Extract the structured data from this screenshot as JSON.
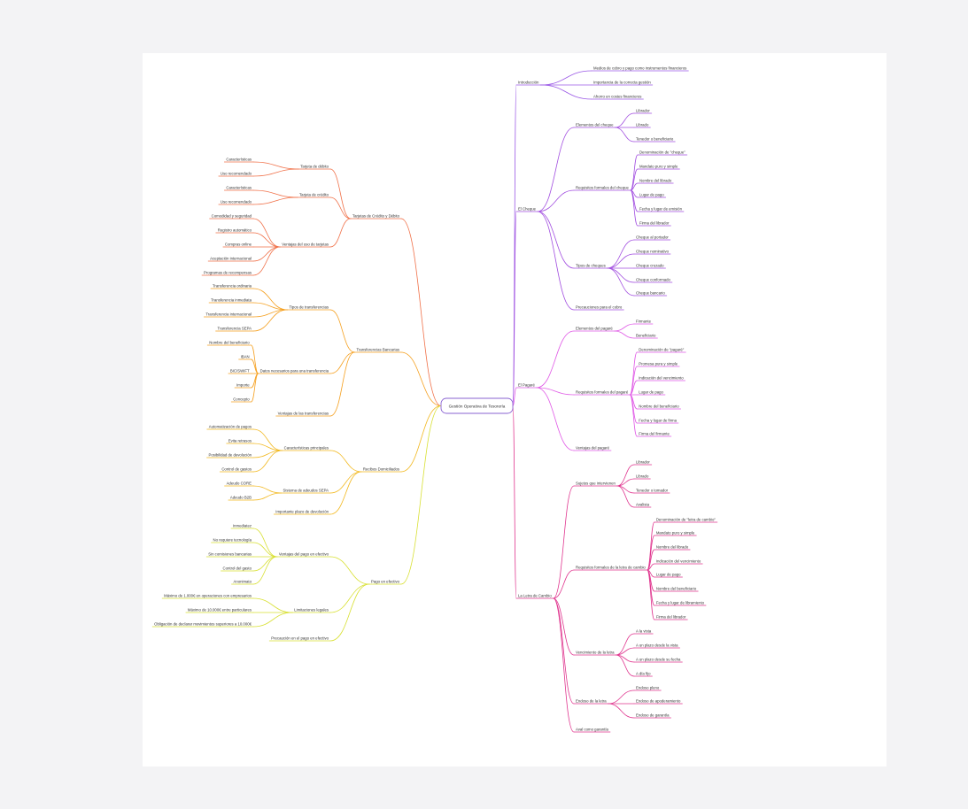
{
  "colors": {
    "background": "#f3f3f5",
    "canvas": "#ffffff",
    "text": "#333333",
    "branches": {
      "intro": "#9b59e6",
      "cheque": "#a24fe0",
      "pagare": "#e05ae6",
      "letra": "#e0368f",
      "tarjetas": "#f07048",
      "transferencias": "#f5a020",
      "recibos": "#f2b81e",
      "efectivo": "#d8e032"
    }
  },
  "mindmap": {
    "root": "Gestión Operativa de Tesorería",
    "right": [
      {
        "label": "Introducción",
        "color": "intro",
        "children": [
          {
            "label": "Medios de cobro y pago como instrumentos financieros"
          },
          {
            "label": "Importancia de la correcta gestión"
          },
          {
            "label": "Ahorro en costes financieros"
          }
        ]
      },
      {
        "label": "El Cheque",
        "color": "cheque",
        "children": [
          {
            "label": "Elementos del cheque",
            "children": [
              {
                "label": "Librador"
              },
              {
                "label": "Librado"
              },
              {
                "label": "Tenedor o beneficiario"
              }
            ]
          },
          {
            "label": "Requisitos formales del cheque",
            "children": [
              {
                "label": "Denominación de \"cheque\""
              },
              {
                "label": "Mandato puro y simple"
              },
              {
                "label": "Nombre del librado"
              },
              {
                "label": "Lugar de pago"
              },
              {
                "label": "Fecha y lugar de emisión"
              },
              {
                "label": "Firma del librador"
              }
            ]
          },
          {
            "label": "Tipos de cheques",
            "children": [
              {
                "label": "Cheque al portador"
              },
              {
                "label": "Cheque nominativo"
              },
              {
                "label": "Cheque cruzado"
              },
              {
                "label": "Cheque conformado"
              },
              {
                "label": "Cheque bancario"
              }
            ]
          },
          {
            "label": "Precauciones para el cobro"
          }
        ]
      },
      {
        "label": "El Pagaré",
        "color": "pagare",
        "children": [
          {
            "label": "Elementos del pagaré",
            "children": [
              {
                "label": "Firmante"
              },
              {
                "label": "Beneficiario"
              }
            ]
          },
          {
            "label": "Requisitos formales del pagaré",
            "children": [
              {
                "label": "Denominación de \"pagaré\""
              },
              {
                "label": "Promesa pura y simple"
              },
              {
                "label": "Indicación del vencimiento"
              },
              {
                "label": "Lugar de pago"
              },
              {
                "label": "Nombre del beneficiario"
              },
              {
                "label": "Fecha y lugar de firma"
              },
              {
                "label": "Firma del firmante"
              }
            ]
          },
          {
            "label": "Ventajas del pagaré"
          }
        ]
      },
      {
        "label": "La Letra de Cambio",
        "color": "letra",
        "children": [
          {
            "label": "Sujetos que intervienen",
            "children": [
              {
                "label": "Librador"
              },
              {
                "label": "Librado"
              },
              {
                "label": "Tenedor o tomador"
              },
              {
                "label": "Avalista"
              }
            ]
          },
          {
            "label": "Requisitos formales de la letra de cambio",
            "children": [
              {
                "label": "Denominación de \"letra de cambio\""
              },
              {
                "label": "Mandato puro y simple"
              },
              {
                "label": "Nombre del librado"
              },
              {
                "label": "Indicación del vencimiento"
              },
              {
                "label": "Lugar de pago"
              },
              {
                "label": "Nombre del beneficiario"
              },
              {
                "label": "Fecha y lugar de libramiento"
              },
              {
                "label": "Firma del librador"
              }
            ]
          },
          {
            "label": "Vencimiento de la letra",
            "children": [
              {
                "label": "A la vista"
              },
              {
                "label": "A un plazo desde la vista"
              },
              {
                "label": "A un plazo desde su fecha"
              },
              {
                "label": "A día fijo"
              }
            ]
          },
          {
            "label": "Endoso de la letra",
            "children": [
              {
                "label": "Endoso pleno"
              },
              {
                "label": "Endoso de apoderamiento"
              },
              {
                "label": "Endoso de garantía"
              }
            ]
          },
          {
            "label": "Aval como garantía"
          }
        ]
      }
    ],
    "left": [
      {
        "label": "Tarjetas de Crédito y Débito",
        "color": "tarjetas",
        "children": [
          {
            "label": "Tarjeta de débito",
            "children": [
              {
                "label": "Características"
              },
              {
                "label": "Uso recomendado"
              }
            ]
          },
          {
            "label": "Tarjeta de crédito",
            "children": [
              {
                "label": "Características"
              },
              {
                "label": "Uso recomendado"
              }
            ]
          },
          {
            "label": "Ventajas del uso de tarjetas",
            "children": [
              {
                "label": "Comodidad y seguridad"
              },
              {
                "label": "Registro automático"
              },
              {
                "label": "Compras online"
              },
              {
                "label": "Aceptación internacional"
              },
              {
                "label": "Programas de recompensas"
              }
            ]
          }
        ]
      },
      {
        "label": "Transferencias Bancarias",
        "color": "transferencias",
        "children": [
          {
            "label": "Tipos de transferencias",
            "children": [
              {
                "label": "Transferencia ordinaria"
              },
              {
                "label": "Transferencia inmediata"
              },
              {
                "label": "Transferencia internacional"
              },
              {
                "label": "Transferencia SEPA"
              }
            ]
          },
          {
            "label": "Datos necesarios para una transferencia",
            "children": [
              {
                "label": "Nombre del beneficiario"
              },
              {
                "label": "IBAN"
              },
              {
                "label": "BIC/SWIFT"
              },
              {
                "label": "Importe"
              },
              {
                "label": "Concepto"
              }
            ]
          },
          {
            "label": "Ventajas de las transferencias"
          }
        ]
      },
      {
        "label": "Recibos Domiciliados",
        "color": "recibos",
        "children": [
          {
            "label": "Características principales",
            "children": [
              {
                "label": "Automatización de pagos"
              },
              {
                "label": "Evita retrasos"
              },
              {
                "label": "Posibilidad de devolución"
              },
              {
                "label": "Control de gastos"
              }
            ]
          },
          {
            "label": "Sistema de adeudos SEPA",
            "children": [
              {
                "label": "Adeudo CORE"
              },
              {
                "label": "Adeudo B2B"
              }
            ]
          },
          {
            "label": "Importante plazo de devolución"
          }
        ]
      },
      {
        "label": "Pago en efectivo",
        "color": "efectivo",
        "children": [
          {
            "label": "Ventajas del pago en efectivo",
            "children": [
              {
                "label": "Inmediatez"
              },
              {
                "label": "No requiere tecnología"
              },
              {
                "label": "Sin comisiones bancarias"
              },
              {
                "label": "Control del gasto"
              },
              {
                "label": "Anonimato"
              }
            ]
          },
          {
            "label": "Limitaciones legales",
            "children": [
              {
                "label": "Máximo de 1.000€ en operaciones con empresarios"
              },
              {
                "label": "Máximo de 10.000€ entre particulares"
              },
              {
                "label": "Obligación de declarar movimientos superiores a 10.000€"
              }
            ]
          },
          {
            "label": "Precaución en el pago en efectivo"
          }
        ]
      }
    ]
  }
}
